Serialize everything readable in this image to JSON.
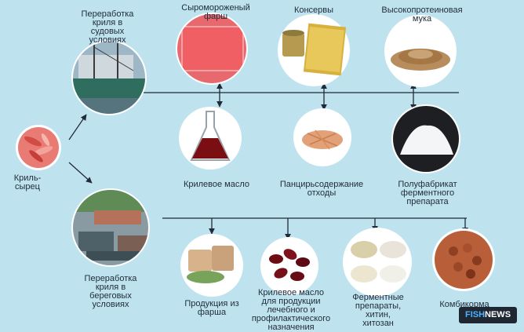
{
  "raw": {
    "label": "Криль-\nсырец"
  },
  "branches": {
    "ship": {
      "label": "Переработка\nкриля в\nсудовых\nусловиях"
    },
    "shore": {
      "label": "Переработка\nкриля в\nбереговых\nусловиях"
    }
  },
  "products_top": {
    "frozen_mince": "Сыромороженый\nфарш",
    "canned": "Консервы",
    "protein_flour": "Высокопротеиновая\nмука",
    "oil": "Крилевое масло",
    "shell_waste": "Панцирьсодержание\nотходы",
    "enzyme_semi": "Полуфабрикат\nферментного\nпрепарата"
  },
  "products_bottom": {
    "mince_products": "Продукция из\nфарша",
    "med_oil": "Крилевое масло\nдля продукции\nлечебного и\nпрофилактического\nназначения",
    "enzymes": "Ферментные\nпрепараты,\nхитин,\nхитозан",
    "feed": "Комбикорма"
  },
  "logo": {
    "part1": "FISH",
    "part2": "NEWS"
  },
  "colors": {
    "background": "#bfe3ee",
    "lines": "#1f2a3a"
  }
}
